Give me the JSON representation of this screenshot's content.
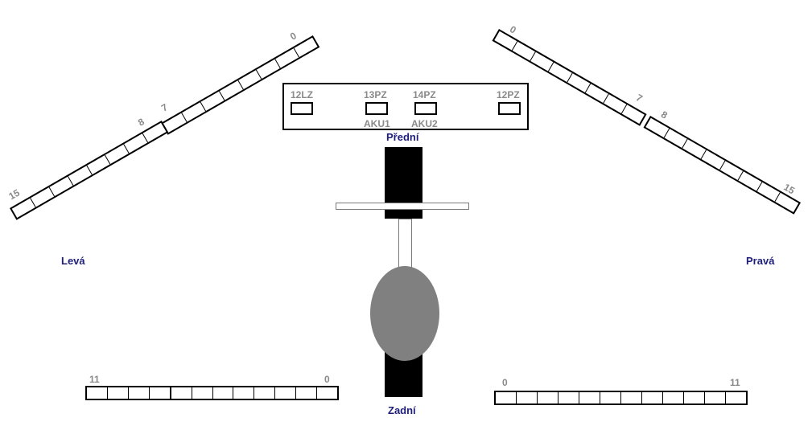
{
  "labels": {
    "front": "Přední",
    "rear": "Zadní",
    "left": "Levá",
    "right": "Pravá"
  },
  "panel": {
    "slots": [
      {
        "id": "12lz",
        "top": "12LZ",
        "bottom": ""
      },
      {
        "id": "13pz",
        "top": "13PZ",
        "bottom": "AKU1"
      },
      {
        "id": "14pz",
        "top": "14PZ",
        "bottom": "AKU2"
      },
      {
        "id": "12pz",
        "top": "12PZ",
        "bottom": ""
      }
    ]
  },
  "strips": {
    "left_upper": {
      "start": "0",
      "end": "7"
    },
    "left_lower": {
      "start": "8",
      "end": "15"
    },
    "right_upper": {
      "start": "0",
      "end": "7"
    },
    "right_lower": {
      "start": "8",
      "end": "15"
    },
    "bottom_left": {
      "start": "11",
      "end": "0"
    },
    "bottom_right": {
      "start": "0",
      "end": "11"
    }
  },
  "colors": {
    "label_text": "#1f1f7a",
    "number_text": "#8a8a8a",
    "ellipse": "#808080"
  }
}
